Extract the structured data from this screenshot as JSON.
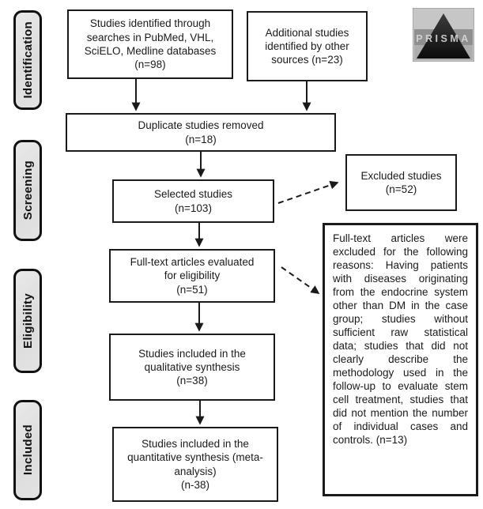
{
  "diagram": {
    "stages": [
      {
        "label": "Identification"
      },
      {
        "label": "Screening"
      },
      {
        "label": "Eligibility"
      },
      {
        "label": "Included"
      }
    ],
    "nodes": {
      "identified": "Studies identified through\nsearches in PubMed, VHL,\nSciELO, Medline databases\n(n=98)",
      "additional": "Additional studies\nidentified by other\nsources (n=23)",
      "duplicates": "Duplicate studies removed\n(n=18)",
      "selected": "Selected studies\n(n=103)",
      "excluded": "Excluded studies\n(n=52)",
      "fulltext": "Full-text articles evaluated\nfor eligibility\n(n=51)",
      "exclusion_reasons": "Full-text articles were excluded for the following reasons: Having patients with diseases originating from the endocrine system other than DM in the case group; studies without sufficient raw statistical data; studies that did not clearly describe the methodology used in the follow-up to evaluate stem cell treatment, studies that did not mention the number of individual cases and controls. (n=13)",
      "qualitative": "Studies included in the\nqualitative synthesis\n(n=38)",
      "quantitative": "Studies included in the\nquantitative synthesis (meta-\nanalysis)\n(n-38)"
    },
    "logo": {
      "text": "PRISMA"
    },
    "colors": {
      "line": "#1a1a1a",
      "stage_fill": "#e3e3e3",
      "background": "#ffffff"
    }
  }
}
